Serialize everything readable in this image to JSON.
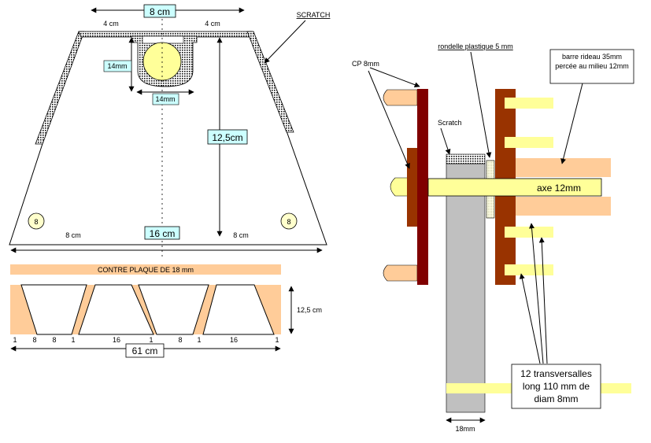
{
  "left": {
    "top_dim": "8 cm",
    "left_half": "4 cm",
    "right_half": "4 cm",
    "scratch": "SCRATCH",
    "slot_h": "14mm",
    "slot_w": "14mm",
    "height": "12,5cm",
    "badge_l": "8",
    "badge_r": "8",
    "bottom_dim": "16 cm",
    "bottom_l": "8 cm",
    "bottom_r": "8 cm"
  },
  "strip": {
    "title": "CONTRE PLAQUE DE 18 mm",
    "height": "12,5 cm",
    "segments": [
      "1",
      "8",
      "8",
      "1",
      "16",
      "1",
      "8",
      "1",
      "16",
      "1"
    ],
    "total": "61 cm"
  },
  "right": {
    "cp": "CP 8mm",
    "washer": "rondelle plastique 5 mm",
    "bar": "barre rideau 35mm percée au milieu 12mm",
    "scratch": "Scratch",
    "axle": "axe 12mm",
    "rungs": "12 transversalles long 110 mm de diam 8mm",
    "width": "18mm"
  },
  "colors": {
    "wood": "#993300",
    "dark_wood": "#800000",
    "peach": "#ffcc99",
    "cream": "#ffff99",
    "grey": "#c0c0c0",
    "label_bg": "#ccffff"
  }
}
